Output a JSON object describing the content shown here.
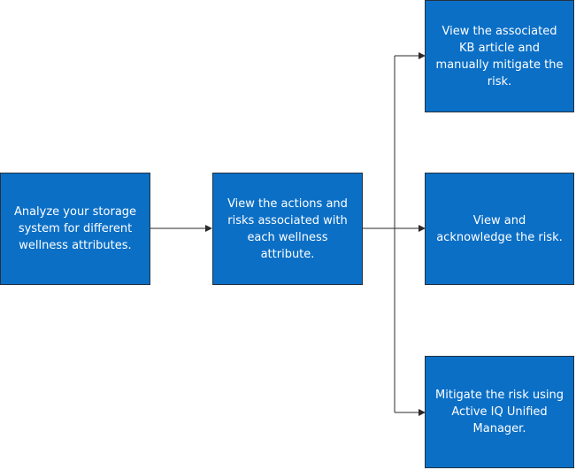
{
  "colors": {
    "box_fill": "#0b6fc6",
    "box_border": "#25313f",
    "box_text": "#ffffff",
    "connector": "#2b2b2b"
  },
  "nodes": {
    "analyze": "Analyze your storage system for different wellness attributes.",
    "view_actions": "View the actions and risks associated with each wellness attribute.",
    "view_kb": "View the associated KB article and manually mitigate the risk.",
    "acknowledge": "View and acknowledge the risk.",
    "mitigate_um": "Mitigate the risk using Active IQ Unified Manager."
  }
}
